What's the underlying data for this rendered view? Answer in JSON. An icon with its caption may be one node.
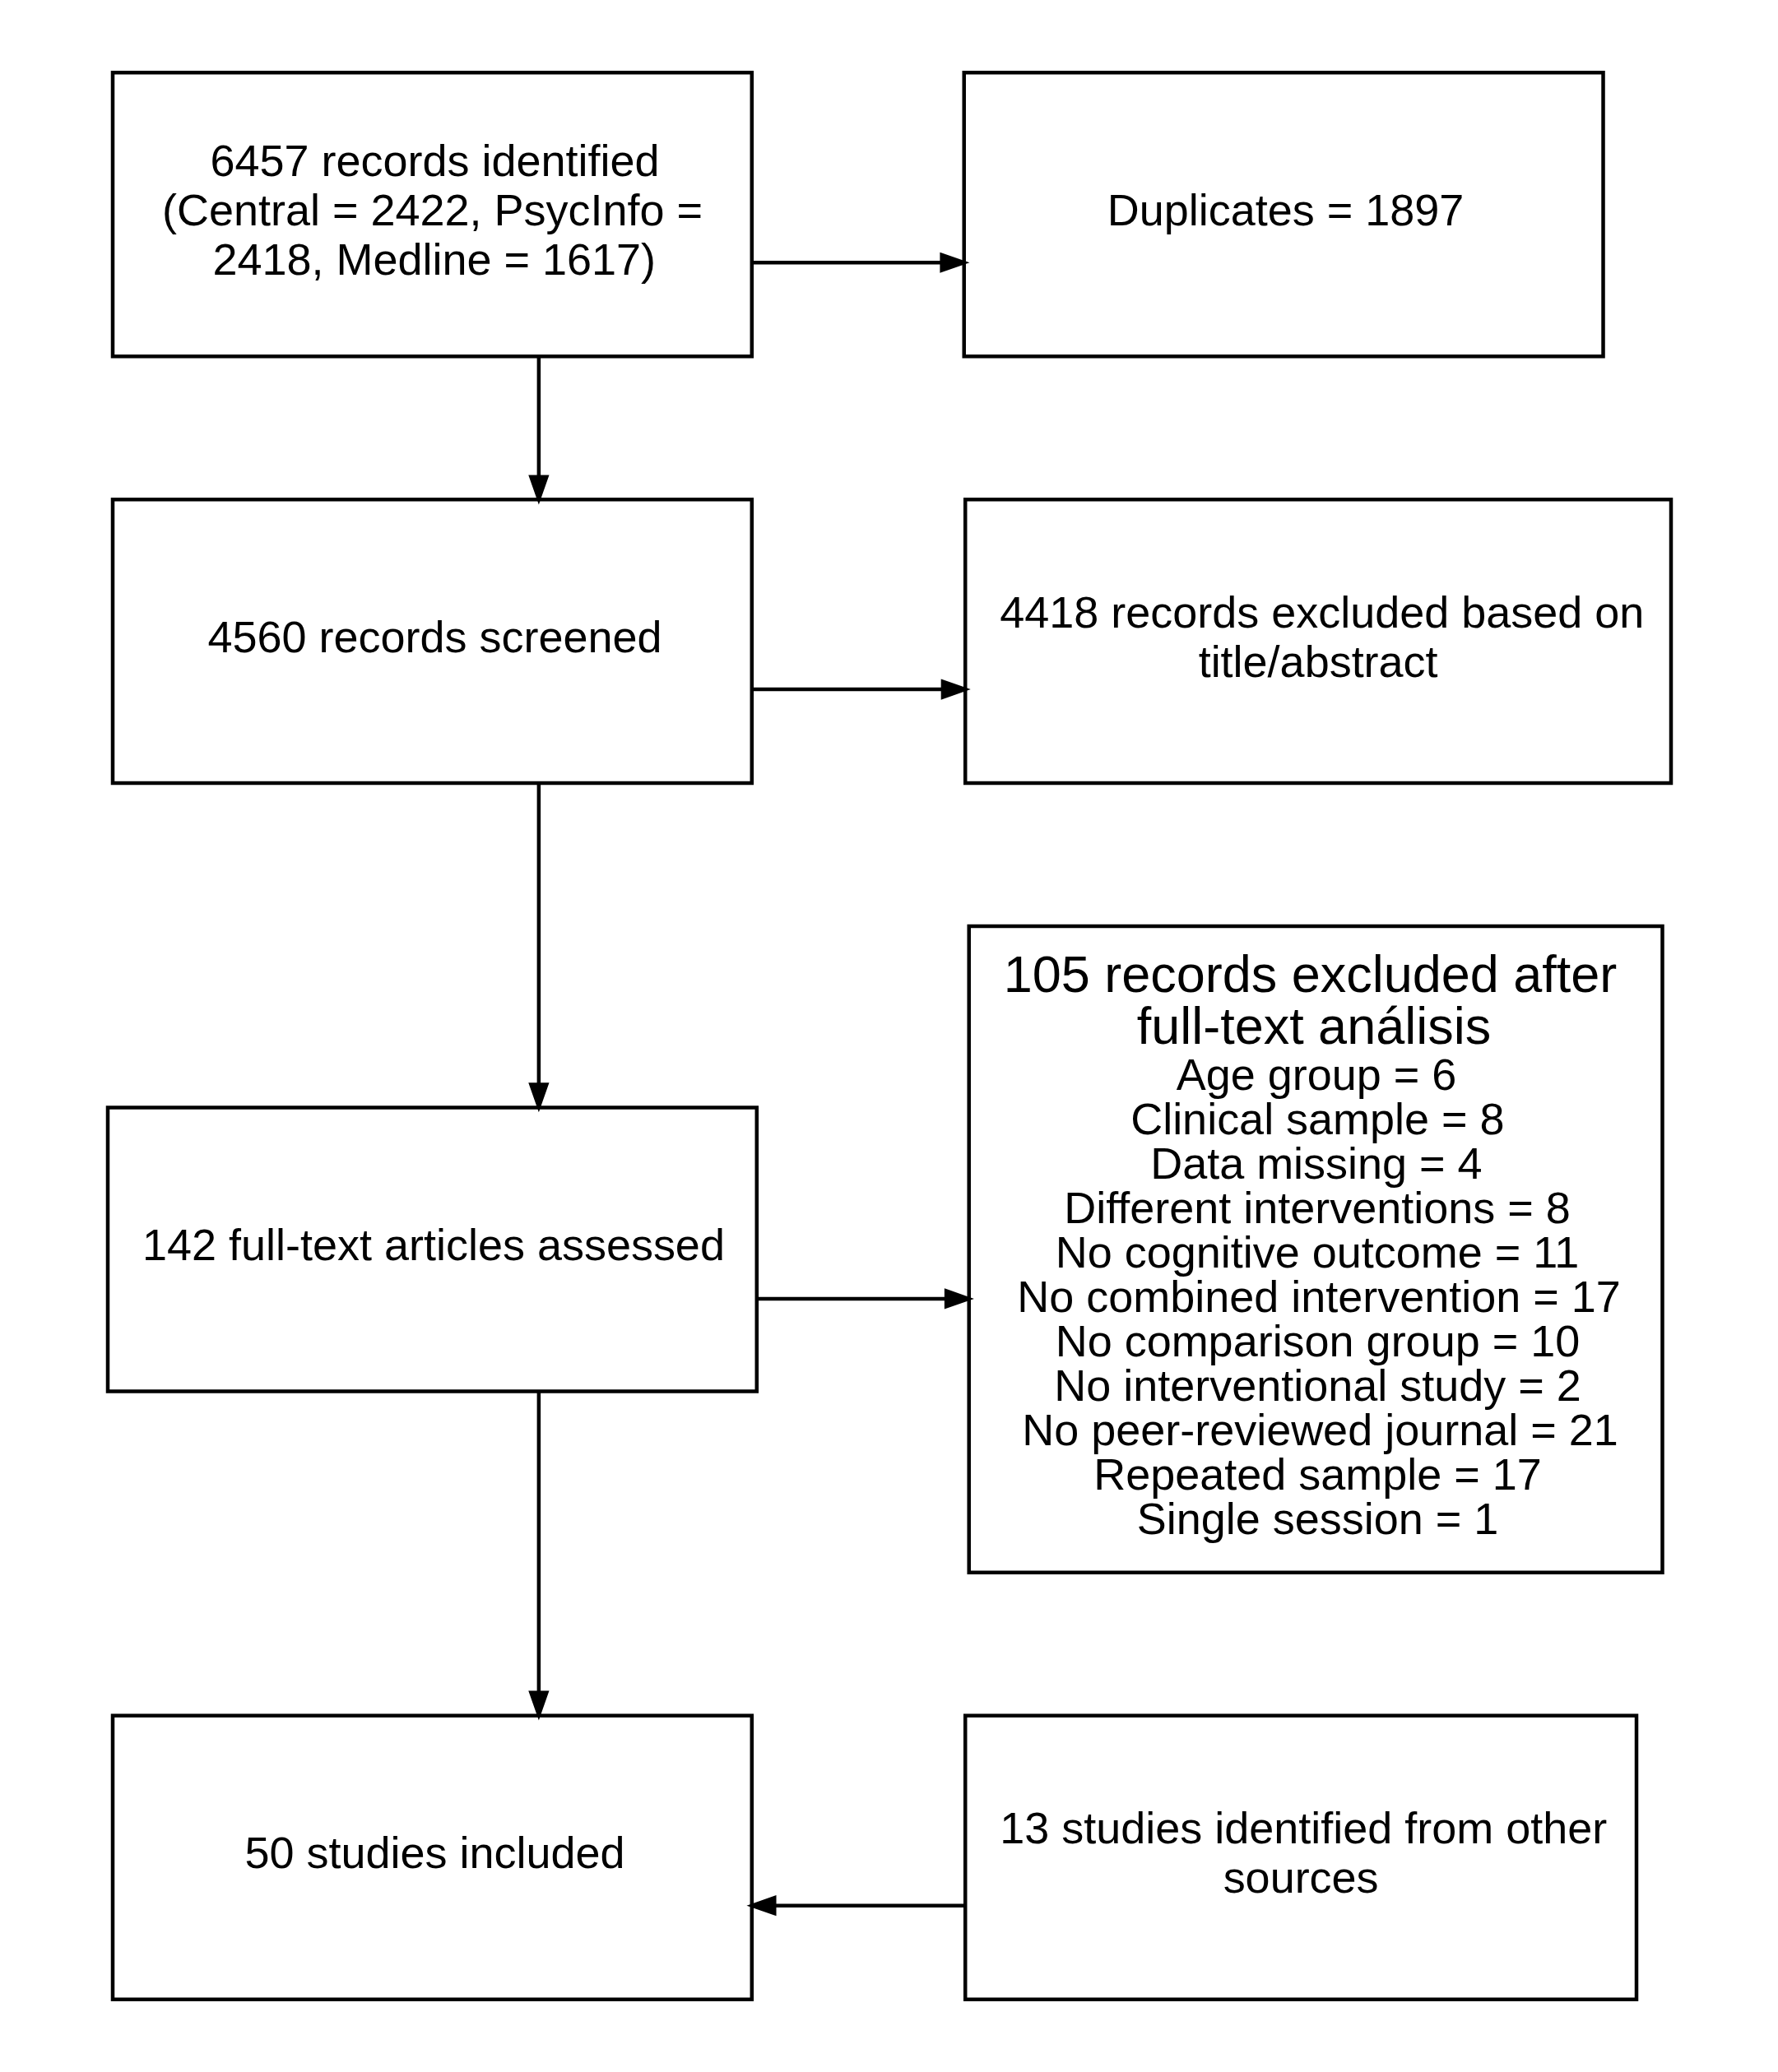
{
  "diagram": {
    "nodes": [
      {
        "text": [
          "6457 records identified",
          "(Central = 2422, PsycInfo = 2418, Medline = 1617)"
        ]
      },
      {
        "text": [
          "Duplicates = 1897"
        ]
      },
      {
        "text": [
          "4560 records screened"
        ]
      },
      {
        "text": [
          "4418 records excluded based on title/abstract"
        ]
      },
      {
        "text": [
          "142 full-text articles assessed"
        ]
      },
      {
        "text": [
          "105 records excluded after full-text análisis",
          "Age group = 6",
          "Clinical sample = 8",
          "Data missing = 4",
          "Different interventions = 8",
          "No cognitive outcome = 11",
          "No combined intervention = 17",
          "No comparison group = 10",
          "No interventional study = 2",
          "No peer-reviewed journal = 21",
          "Repeated sample = 17",
          "Single session = 1"
        ]
      },
      {
        "text": [
          "50 studies included"
        ]
      },
      {
        "text": [
          "13 studies identified from other sources"
        ]
      }
    ],
    "edges": [
      {
        "from": 0,
        "to": 1,
        "arrow": "to"
      },
      {
        "from": 0,
        "to": 2,
        "arrow": "to"
      },
      {
        "from": 2,
        "to": 3,
        "arrow": "to"
      },
      {
        "from": 2,
        "to": 4,
        "arrow": "to"
      },
      {
        "from": 4,
        "to": 5,
        "arrow": "to"
      },
      {
        "from": 4,
        "to": 6,
        "arrow": "to"
      },
      {
        "from": 7,
        "to": 6,
        "arrow": "to"
      }
    ]
  }
}
